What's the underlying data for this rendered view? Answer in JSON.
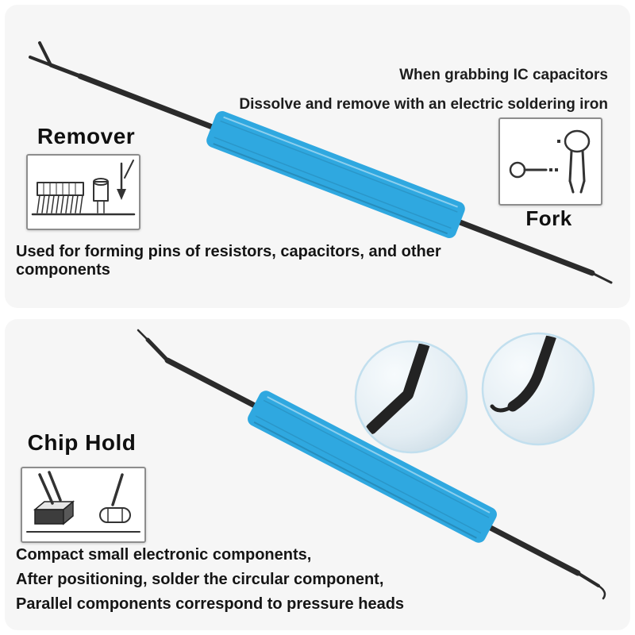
{
  "colors": {
    "handle_blue": "#2fa8e0",
    "rod_dark": "#2b2b2b",
    "panel_bg": "#f6f6f6"
  },
  "top_panel": {
    "tip_note": {
      "line1": "When grabbing IC capacitors",
      "line2": "Dissolve and remove with an electric soldering iron"
    },
    "remover_label": "Remover",
    "fork_label": "Fork",
    "caption": "Used for forming pins of resistors, capacitors, and other components"
  },
  "bottom_panel": {
    "chip_hold_label": "Chip Hold",
    "caption": {
      "line1": "Compact small electronic components,",
      "line2": "After positioning, solder the circular component,",
      "line3": "Parallel components correspond to pressure heads"
    }
  }
}
